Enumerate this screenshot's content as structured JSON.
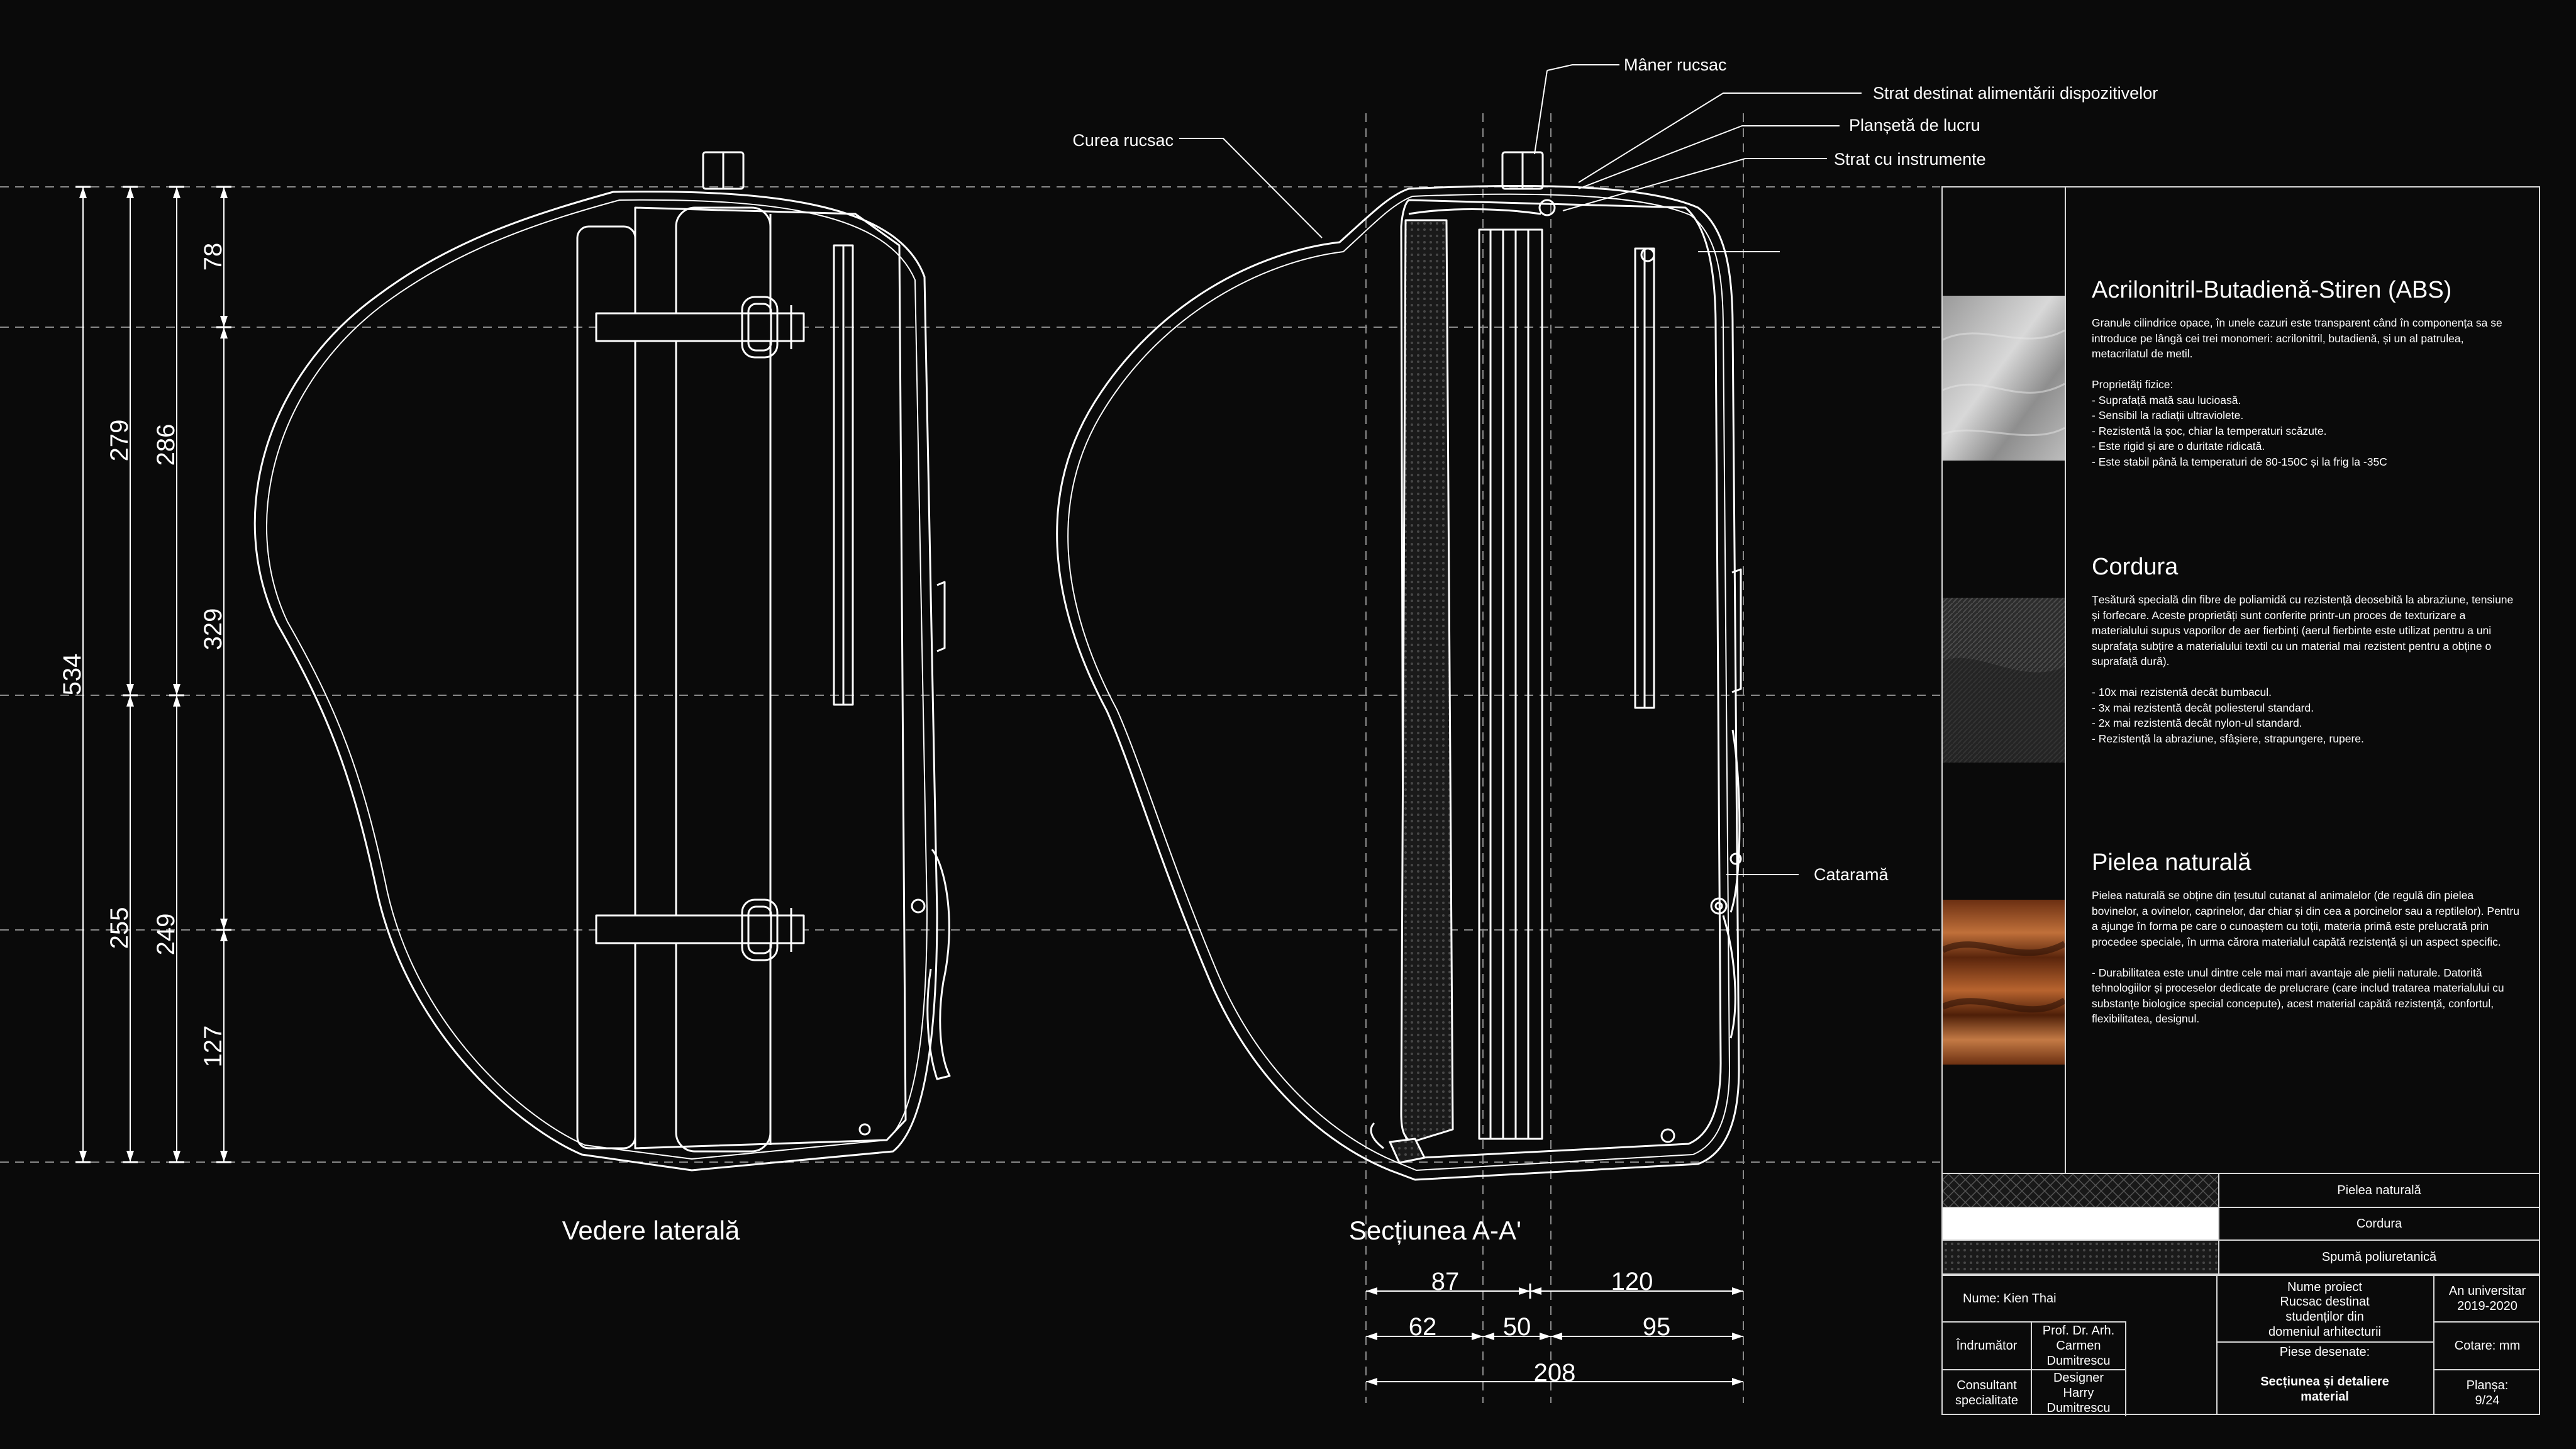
{
  "views": {
    "side_view_title": "Vedere laterală",
    "section_title": "Secțiunea A-A'"
  },
  "dimensions": {
    "outer_total": "534",
    "outer_upper": "279",
    "outer_lower": "255",
    "mid_upper": "286",
    "mid_lower": "249",
    "inner": [
      "78",
      "329",
      "127"
    ],
    "bottom_row1": [
      "87",
      "120"
    ],
    "bottom_row2": [
      "62",
      "50",
      "95"
    ],
    "bottom_total": "208"
  },
  "callouts": {
    "handle": "Mâner rucsac",
    "strap": "Curea rucsac",
    "power_layer": "Strat destinat alimentării dispozitivelor",
    "work_board": "Planșetă de lucru",
    "tool_layer": "Strat cu instrumente",
    "buckle": "Cataramă"
  },
  "materials": [
    {
      "title": "Acrilonitril-Butadienă-Stiren (ABS)",
      "description": "Granule cilindrice opace, în unele cazuri este transparent când în componența sa se introduce pe lângă cei trei monomeri: acrilonitril, butadienă, și un al patrulea, metacrilatul de metil.\n\nProprietăți fizice:\n - Suprafață  mată sau lucioasă.\n - Sensibil la radiații ultraviolete.\n - Rezistentă la șoc, chiar la temperaturi scăzute.\n - Este rigid și are o duritate ridicată.\n - Este stabil până la temperaturi de 80-150C și la frig la -35C"
    },
    {
      "title": "Cordura",
      "description": "Țesătură specială din fibre de poliamidă cu rezistență deosebită la abraziune, tensiune și forfecare. Aceste proprietăți sunt conferite printr-un proces de texturizare a materialului supus vaporilor de aer fierbinți (aerul fierbinte este utilizat pentru a uni suprafața subțire a materialului textil cu un material mai rezistent pentru a obține o suprafață dură).\n\n - 10x mai rezistentă decât bumbacul.\n - 3x mai rezistentă decât poliesterul standard.\n - 2x mai rezistentă decât nylon-ul standard.\n - Rezistență la abraziune, sfâșiere, strapungere, rupere."
    },
    {
      "title": "Pielea naturală",
      "description": "Pielea naturală se obține din țesutul cutanat al animalelor (de regulă din pielea bovinelor, a ovinelor, caprinelor, dar chiar și din cea a porcinelor sau a reptilelor). Pentru a ajunge în forma pe care o cunoaștem cu toții, materia primă este prelucrată prin procedee speciale, în urma cărora materialul capătă rezistență și un aspect specific.\n\n - Durabilitatea este unul dintre cele mai mari avantaje ale pielii naturale. Datorită tehnologiilor și proceselor dedicate de prelucrare (care includ tratarea materialului cu substanțe biologice special concepute), acest material capătă rezistență, confortul, flexibilitatea, designul."
    }
  ],
  "legend": [
    "Pielea naturală",
    "Cordura",
    "Spumă poliuretanică"
  ],
  "title_block": {
    "name": "Nume: Kien Thai",
    "project_label": "Nume proiect",
    "project_value": "Rucsac destinat\nstudenților din\ndomeniul arhitecturii",
    "year": "An universitar\n2019-2020",
    "mentor_label": "Îndrumător",
    "mentor_value": "Prof. Dr. Arh.\nCarmen Dumitrescu",
    "units": "Cotare: mm",
    "pieces_label": "Piese desenate:",
    "pieces_value": "Secțiunea și detaliere\nmaterial",
    "consultant_label": "Consultant\nspecialitate",
    "designer": "Designer\nHarry Dumitrescu",
    "sheet": "Planșa:\n9/24"
  },
  "colors": {
    "background": "#0a0a0a",
    "line": "#ffffff",
    "guide": "#8a8a8a",
    "leather": "#a9582a"
  }
}
